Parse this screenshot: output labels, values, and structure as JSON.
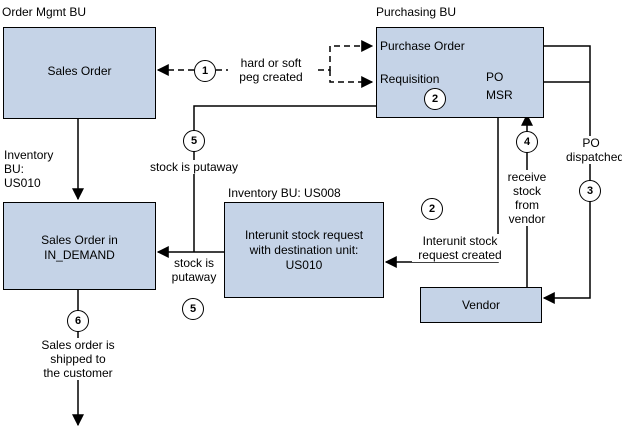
{
  "labels": {
    "order_mgmt_bu": "Order Mgmt BU",
    "purchasing_bu": "Purchasing BU",
    "inventory_bu_us010": "Inventory\nBU:\nUS010",
    "inventory_bu_us008": "Inventory BU: US008"
  },
  "boxes": {
    "sales_order": "Sales Order",
    "purchase_order": "Purchase Order",
    "requisition": "Requisition",
    "po": "PO",
    "msr": "MSR",
    "sales_order_in_demand": "Sales Order in\nIN_DEMAND",
    "interunit_request": "Interunit stock request\nwith destination unit:\nUS010",
    "vendor": "Vendor"
  },
  "annotations": {
    "peg": "hard or soft\npeg created",
    "stock_putaway_top": "stock is putaway",
    "stock_putaway_bottom": "stock is\nputaway",
    "interunit_created": "Interunit stock\nrequest created",
    "receive_stock": "receive\nstock\nfrom\nvendor",
    "po_dispatched": "PO\ndispatched",
    "shipped": "Sales order is\nshipped to\nthe customer"
  },
  "steps": {
    "peg": "1",
    "requisition": "2",
    "interunit": "2",
    "po_dispatched": "3",
    "receive": "4",
    "putaway_top": "5",
    "putaway_bottom": "5",
    "shipped": "6"
  },
  "colors": {
    "box_fill": "#c5d3e7",
    "line": "#000000"
  }
}
